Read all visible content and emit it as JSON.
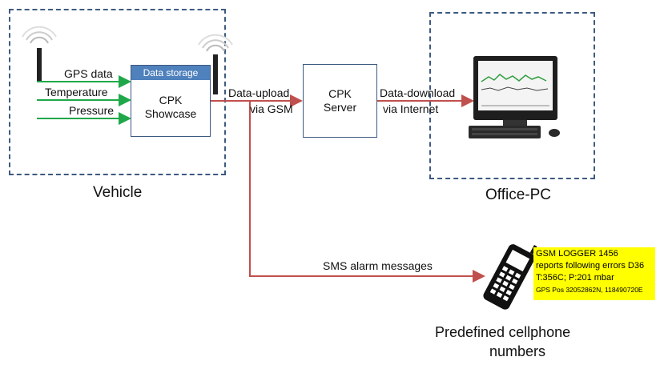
{
  "vehicle": {
    "label": "Vehicle",
    "inputs": [
      "GPS data",
      "Temperature",
      "Pressure"
    ],
    "storage_header": "Data storage",
    "showcase_line1": "CPK",
    "showcase_line2": "Showcase"
  },
  "upload": {
    "line1": "Data-upload",
    "line2": "via GSM"
  },
  "server": {
    "line1": "CPK",
    "line2": "Server"
  },
  "download": {
    "line1": "Data-download",
    "line2": "via Internet"
  },
  "office": {
    "label": "Office-PC"
  },
  "sms_link": {
    "label": "SMS alarm messages"
  },
  "cellphone": {
    "label_line1": "Predefined cellphone",
    "label_line2": "numbers"
  },
  "sms_message": {
    "line1": "GSM LOGGER 1456",
    "line2": "reports following errors D36",
    "line3": "T:356C; P:201 mbar",
    "line4": "GPS Pos 32052862N, 118490720E"
  },
  "colors": {
    "dashed_border": "#3d5a80",
    "input_arrows": "#1fa84a",
    "flow_arrows": "#c0504d",
    "storage_header": "#4f81bd",
    "sms_highlight": "#ffff00"
  }
}
